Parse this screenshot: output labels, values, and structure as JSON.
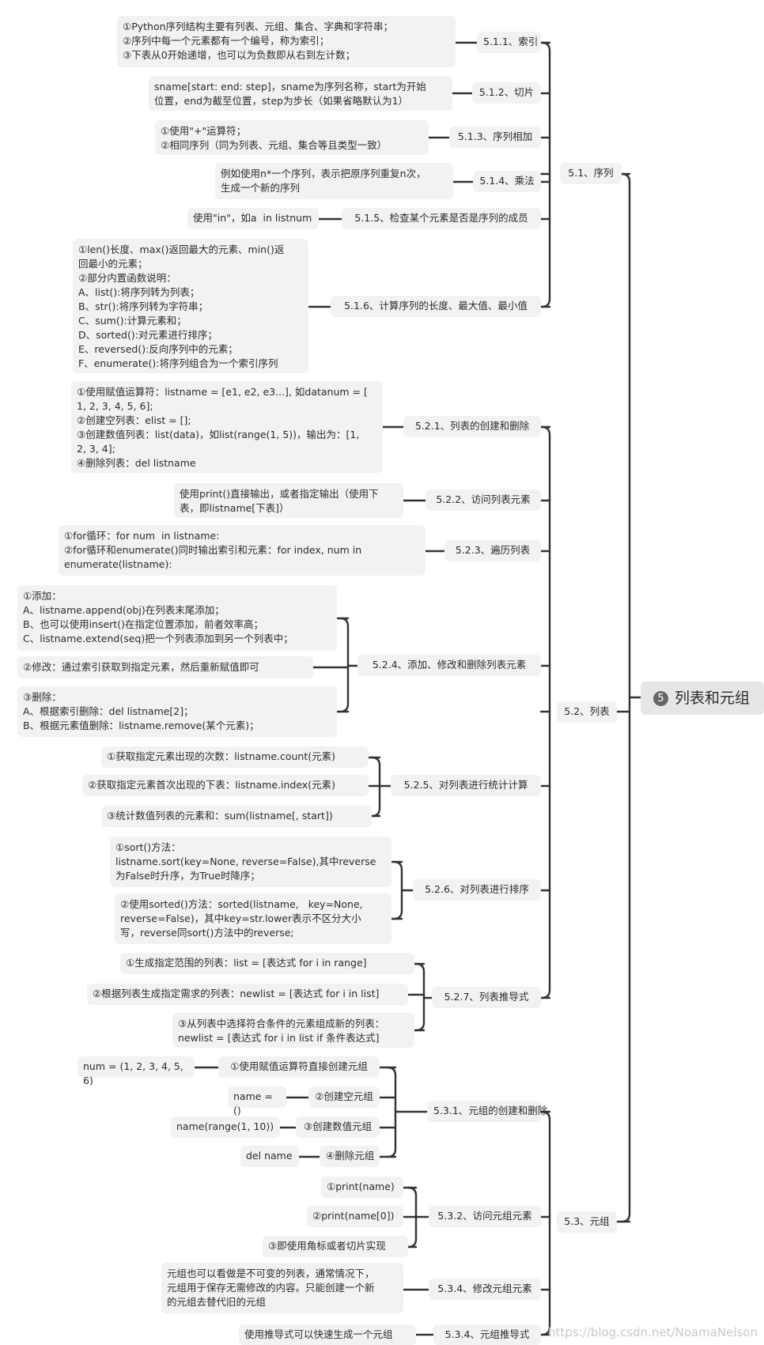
{
  "root": {
    "badge": "5",
    "title": "列表和元组"
  },
  "sections": {
    "s51": {
      "label": "5.1、序列",
      "items": [
        {
          "label": "5.1.1、索引",
          "note": "①Python序列结构主要有列表、元组、集合、字典和字符串；\n②序列中每一个元素都有一个编号，称为索引；\n③下表从0开始递增，也可以为负数即从右到左计数；"
        },
        {
          "label": "5.1.2、切片",
          "note": "sname[start: end: step]，sname为序列名称，start为开始\n位置，end为截至位置，step为步长（如果省略默认为1）"
        },
        {
          "label": "5.1.3、序列相加",
          "note": "①使用\"+\"运算符；\n②相同序列（同为列表、元组、集合等且类型一致）"
        },
        {
          "label": "5.1.4、乘法",
          "note": "例如使用n*一个序列，表示把原序列重复n次，\n生成一个新的序列"
        },
        {
          "label": "5.1.5、检查某个元素是否是序列的成员",
          "note": "使用\"in\"，如a  in listnum"
        },
        {
          "label": "5.1.6、计算序列的长度、最大值、最小值",
          "note": "①len()长度、max()返回最大的元素、min()返\n回最小的元素；\n②部分内置函数说明：\nA、list():将序列转为列表；\nB、str():将序列转为字符串；\nC、sum():计算元素和；\nD、sorted():对元素进行排序；\nE、reversed():反向序列中的元素；\nF、enumerate():将序列组合为一个索引序列"
        }
      ]
    },
    "s52": {
      "label": "5.2、列表",
      "items": [
        {
          "label": "5.2.1、列表的创建和删除",
          "note": "①使用赋值运算符：listname = [e1, e2, e3...], 如datanum = [\n1, 2, 3, 4, 5, 6];\n②创建空列表：elist = [];\n③创建数值列表：list(data)，如list(range(1, 5))，输出为：[1,\n2, 3, 4];\n④删除列表：del listname"
        },
        {
          "label": "5.2.2、访问列表元素",
          "note": "使用print()直接输出，或者指定输出（使用下\n表，即listname[下表]）"
        },
        {
          "label": "5.2.3、遍历列表",
          "note": "①for循环：for num  in listname:\n②for循环和enumerate()同时输出索引和元素：for index, num in\nenumerate(listname):"
        },
        {
          "label": "5.2.4、添加、修改和删除列表元素",
          "subs": [
            "①添加：\nA、listname.append(obj)在列表末尾添加；\nB、也可以使用insert()在指定位置添加，前者效率高；\nC、listname.extend(seq)把一个列表添加到另一个列表中；",
            "②修改：通过索引获取到指定元素，然后重新赋值即可",
            "③删除：\nA、根据索引删除：del listname[2]；\nB、根据元素值删除：listname.remove(某个元素)；"
          ]
        },
        {
          "label": "5.2.5、对列表进行统计计算",
          "subs": [
            "①获取指定元素出现的次数：listname.count(元素)",
            "②获取指定元素首次出现的下表：listname.index(元素)",
            "③统计数值列表的元素和：sum(listname[, start])"
          ]
        },
        {
          "label": "5.2.6、对列表进行排序",
          "subs": [
            "①sort()方法：\nlistname.sort(key=None, reverse=False),其中reverse\n为False时升序，为True时降序；",
            "②使用sorted()方法：sorted(listname,   key=None,\nreverse=False)，其中key=str.lower表示不区分大小\n写，reverse同sort()方法中的reverse;"
          ]
        },
        {
          "label": "5.2.7、列表推导式",
          "subs": [
            "①生成指定范围的列表：list = [表达式 for i in range]",
            "②根据列表生成指定需求的列表：newlist = [表达式 for i in list]",
            "③从列表中选择符合条件的元素组成新的列表：\nnewlist = [表达式 for i in list if 条件表达式]"
          ]
        }
      ]
    },
    "s53": {
      "label": "5.3、元组",
      "items": [
        {
          "label": "5.3.1、元组的创建和删除",
          "subs": [
            {
              "label": "①使用赋值运算符直接创建元组",
              "note": "num = (1, 2, 3, 4, 5, 6)"
            },
            {
              "label": "②创建空元组",
              "note": "name = ()"
            },
            {
              "label": "③创建数值元组",
              "note": "name(range(1, 10))"
            },
            {
              "label": "④删除元组",
              "note": "del name"
            }
          ]
        },
        {
          "label": "5.3.2、访问元组元素",
          "subs": [
            "①print(name)",
            "②print(name[0])",
            "③即使用角标或者切片实现"
          ]
        },
        {
          "label": "5.3.4、修改元组元素",
          "note": "元组也可以看做是不可变的列表，通常情况下，\n元组用于保存无需修改的内容。只能创建一个新\n的元组去替代旧的元组"
        },
        {
          "label": "5.3.4、元组推导式",
          "note": "使用推导式可以快速生成一个元组"
        }
      ]
    }
  },
  "watermark": "https://blog.csdn.net/NoamaNelson"
}
